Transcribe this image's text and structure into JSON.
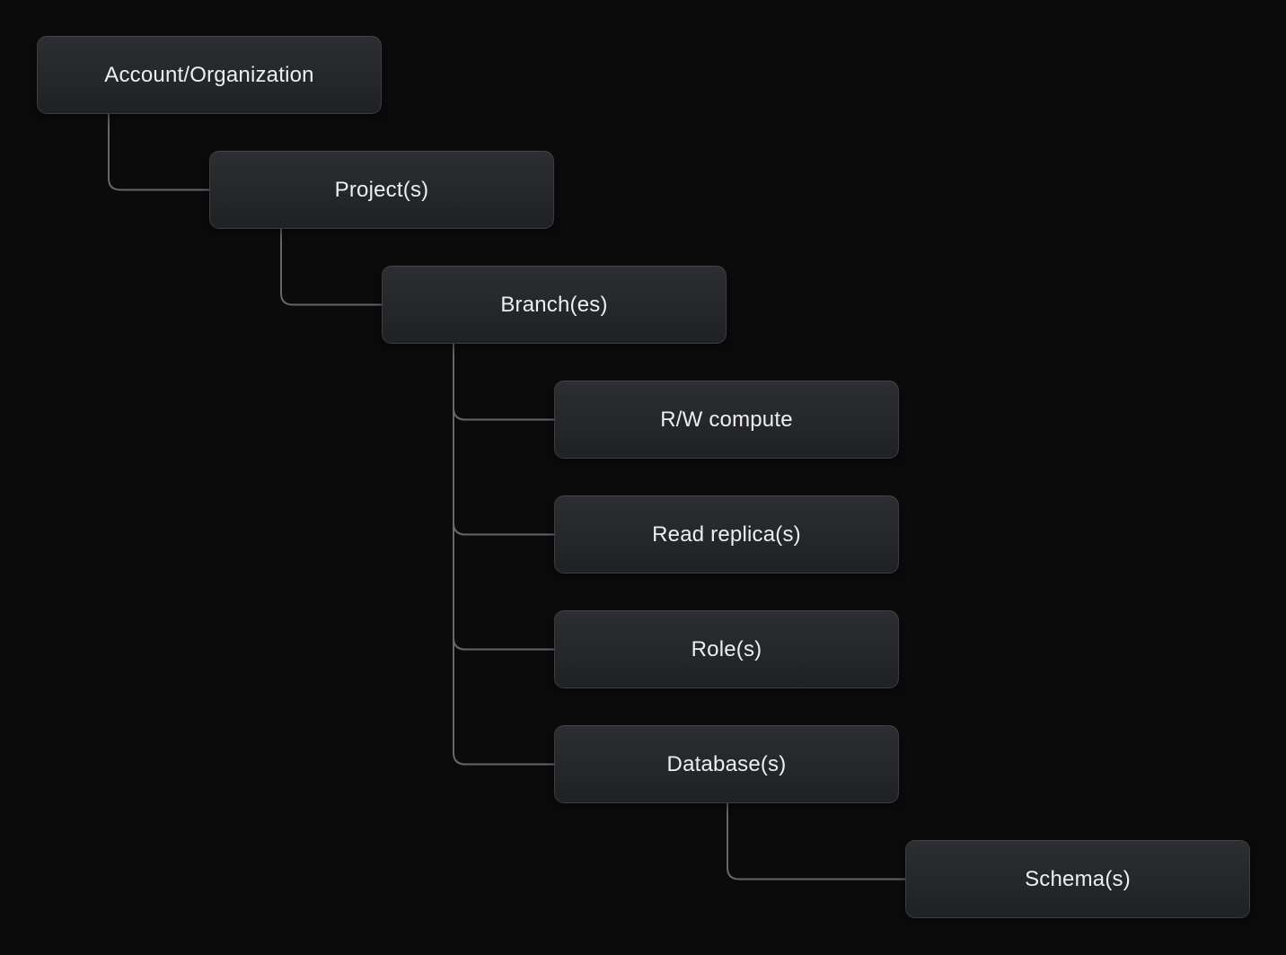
{
  "diagram": {
    "type": "tree",
    "nodes": [
      {
        "id": "account-organization",
        "label": "Account/Organization",
        "parent": null
      },
      {
        "id": "projects",
        "label": "Project(s)",
        "parent": "account-organization"
      },
      {
        "id": "branches",
        "label": "Branch(es)",
        "parent": "projects"
      },
      {
        "id": "rw-compute",
        "label": "R/W compute",
        "parent": "branches"
      },
      {
        "id": "read-replicas",
        "label": "Read replica(s)",
        "parent": "branches"
      },
      {
        "id": "roles",
        "label": "Role(s)",
        "parent": "branches"
      },
      {
        "id": "databases",
        "label": "Database(s)",
        "parent": "branches"
      },
      {
        "id": "schemas",
        "label": "Schema(s)",
        "parent": "databases"
      }
    ],
    "colors": {
      "bg": "#0b0b0c",
      "node-fill-top": "#2c2e32",
      "node-fill-bottom": "#1f2124",
      "node-border": "#3a3d42",
      "node-border-top": "#43464b",
      "node-text": "#edeeef",
      "connector": "#64676c"
    }
  }
}
